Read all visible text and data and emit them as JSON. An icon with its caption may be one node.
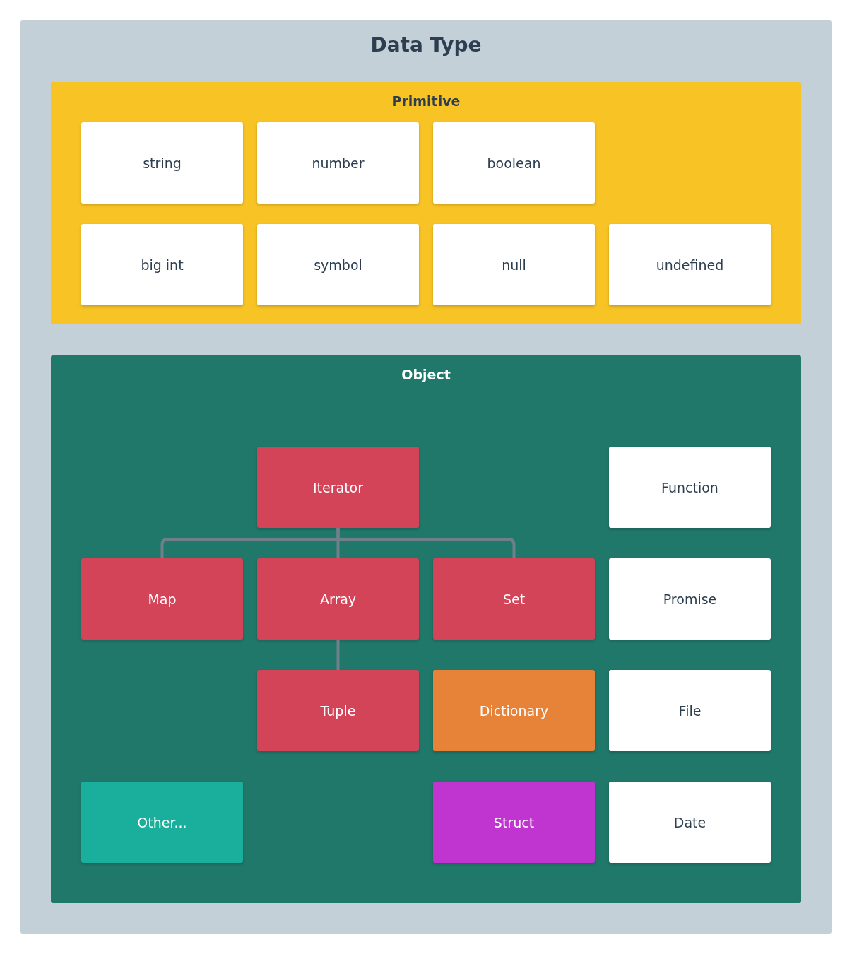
{
  "diagram": {
    "nodes": [
      {
        "text": [
          "Data Type"
        ]
      },
      {
        "text": [
          "Primitive"
        ],
        "in": 0
      },
      {
        "text": [
          "string"
        ],
        "in": 1
      },
      {
        "text": [
          "number"
        ],
        "in": 1
      },
      {
        "text": [
          "boolean"
        ],
        "in": 1
      },
      {
        "text": [
          "big int"
        ],
        "in": 1
      },
      {
        "text": [
          "symbol"
        ],
        "in": 1
      },
      {
        "text": [
          "null"
        ],
        "in": 1
      },
      {
        "text": [
          "undefined"
        ],
        "in": 1
      },
      {
        "text": [
          "Object"
        ],
        "in": 0
      },
      {
        "text": [
          "Iterator"
        ],
        "in": 9
      },
      {
        "text": [
          "Function"
        ],
        "in": 9
      },
      {
        "text": [
          "Map"
        ],
        "in": 9
      },
      {
        "text": [
          "Array"
        ],
        "in": 9
      },
      {
        "text": [
          "Set"
        ],
        "in": 9
      },
      {
        "text": [
          "Promise"
        ],
        "in": 9
      },
      {
        "text": [
          "Tuple"
        ],
        "in": 9
      },
      {
        "text": [
          "Dictionary"
        ],
        "in": 9
      },
      {
        "text": [
          "File"
        ],
        "in": 9
      },
      {
        "text": [
          "Other..."
        ],
        "in": 9
      },
      {
        "text": [
          "Struct"
        ],
        "in": 9
      },
      {
        "text": [
          "Date"
        ],
        "in": 9
      }
    ],
    "edges": [
      {
        "from": 10,
        "to": 12,
        "arrow": "none"
      },
      {
        "from": 10,
        "to": 13,
        "arrow": "none"
      },
      {
        "from": 10,
        "to": 14,
        "arrow": "none"
      },
      {
        "from": 13,
        "to": 16,
        "arrow": "none"
      }
    ]
  }
}
